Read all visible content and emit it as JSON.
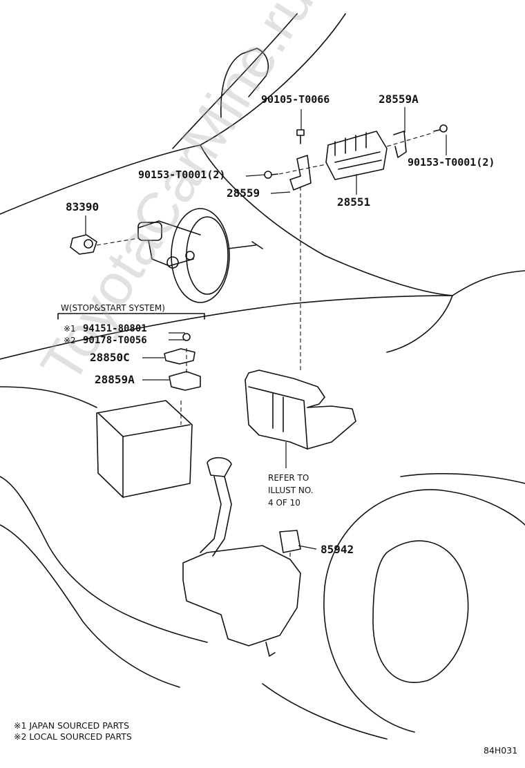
{
  "labels": {
    "bolt_top": "90105-T0066",
    "bracket_right": "28559A",
    "bolt_right": "90153-T0001(2)",
    "bolt_left": "90153-T0001(2)",
    "bracket_left": "28559",
    "relay_block": "28551",
    "sensor_left": "83390",
    "stop_start_header": "W(STOP&START SYSTEM)",
    "part_1": "94151-80801",
    "part_2": "90178-T0056",
    "mark_1": "※1",
    "mark_2": "※2",
    "sensor_28850c": "28850C",
    "bracket_28859a": "28859A",
    "refer_line1": "REFER TO",
    "refer_line2": "ILLUST NO.",
    "refer_line3": "4 OF 10",
    "relay_85942": "85942"
  },
  "footnotes": {
    "note1": "※1 JAPAN SOURCED PARTS",
    "note2": "※2 LOCAL SOURCED PARTS"
  },
  "figure_code": "84H031",
  "watermark": "ToyotaCarMine.ru",
  "colors": {
    "line": "#111111",
    "watermark": "#bbbbbb"
  }
}
